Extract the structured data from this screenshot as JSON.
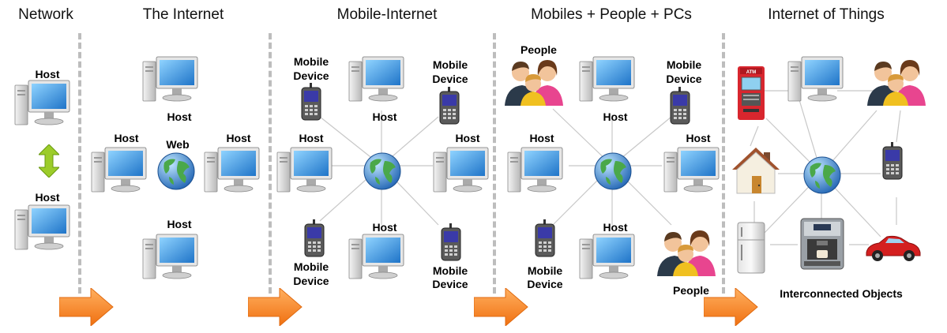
{
  "panels": [
    {
      "title": "Network",
      "labels": [
        "Host",
        "Host"
      ]
    },
    {
      "title": "The Internet",
      "labels": [
        "Host",
        "Host",
        "Web",
        "Host",
        "Host"
      ]
    },
    {
      "title": "Mobile-Internet",
      "labels": [
        "Mobile",
        "Device",
        "Mobile",
        "Device",
        "Host",
        "Host",
        "Host",
        "Mobile",
        "Device",
        "Mobile",
        "Device",
        "Host"
      ]
    },
    {
      "title": "Mobiles + People + PCs",
      "labels": [
        "People",
        "Mobile",
        "Device",
        "Host",
        "Host",
        "Host",
        "Host",
        "Mobile",
        "Device",
        "People"
      ]
    },
    {
      "title": "Internet of Things",
      "labels": [
        "Interconnected Objects"
      ]
    }
  ],
  "colors": {
    "arrow": "#f5841f",
    "updown_arrow": "#9ccc2a",
    "divider": "#bdbdbd",
    "screen": "#2e8fd9",
    "link_line": "#c8c8c8"
  },
  "icons": [
    "computer-icon",
    "globe-icon",
    "mobile-phone-icon",
    "people-icon",
    "atm-icon",
    "house-icon",
    "fridge-icon",
    "coffee-machine-icon",
    "car-icon",
    "arrow-icon"
  ]
}
